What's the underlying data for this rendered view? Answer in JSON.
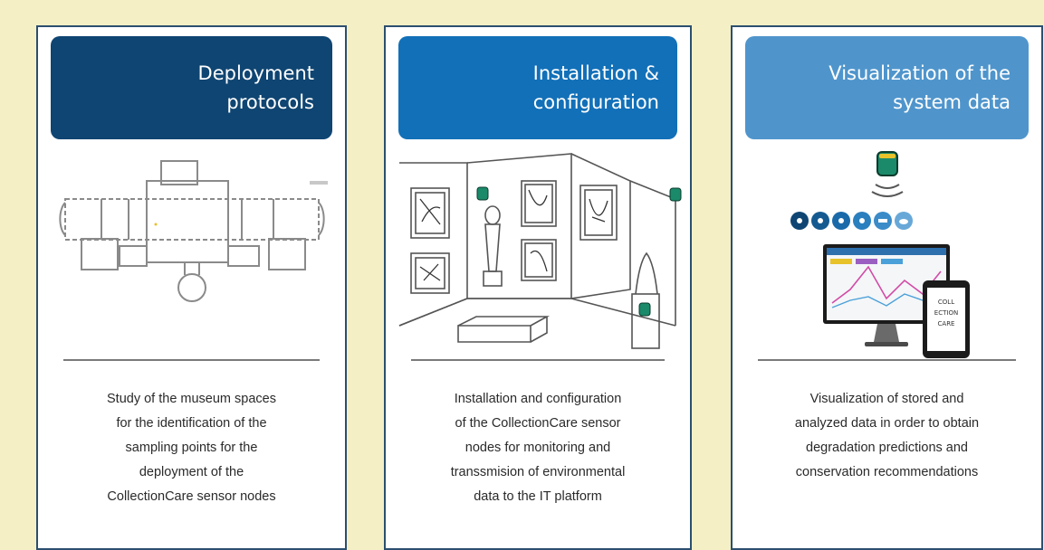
{
  "colors": {
    "background": "#f5efc6",
    "card_border": "#2b4f6f",
    "header_1": "#0f4572",
    "header_2": "#1270b8",
    "header_3": "#4f95cc",
    "divider": "#7a7a7a"
  },
  "steps": [
    {
      "title_lines": [
        "Deployment",
        "protocols"
      ],
      "description_lines": [
        "Study of the museum spaces",
        "for the identification of the",
        "sampling points for the",
        "deployment of the",
        "CollectionCare sensor nodes"
      ],
      "icon": "floor-plan-icon"
    },
    {
      "title_lines": [
        "Installation &",
        "configuration"
      ],
      "description_lines": [
        "Installation and configuration",
        "of the CollectionCare sensor",
        "nodes for monitoring and",
        "transsmision of environmental",
        "data to the IT platform"
      ],
      "icon": "museum-room-sensors-icon"
    },
    {
      "title_lines": [
        "Visualization of the",
        "system data"
      ],
      "description_lines": [
        "Visualization of stored and",
        "analyzed data in order to obtain",
        "degradation predictions and",
        "conservation recommendations"
      ],
      "icon": "dashboard-devices-icon",
      "tablet_text": [
        "COLL",
        "ECTION",
        "CARE"
      ]
    }
  ]
}
